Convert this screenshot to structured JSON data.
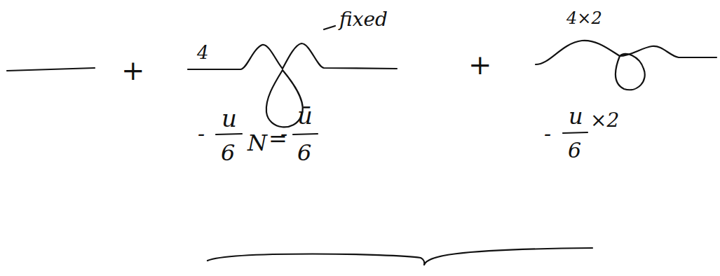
{
  "diagram": {
    "labels": [
      "+",
      "+",
      "4",
      "fixed",
      "4×2",
      "-",
      "u",
      "6",
      "N",
      "=",
      "-",
      "ū",
      "6",
      "-",
      "u",
      "6",
      "×2"
    ]
  }
}
